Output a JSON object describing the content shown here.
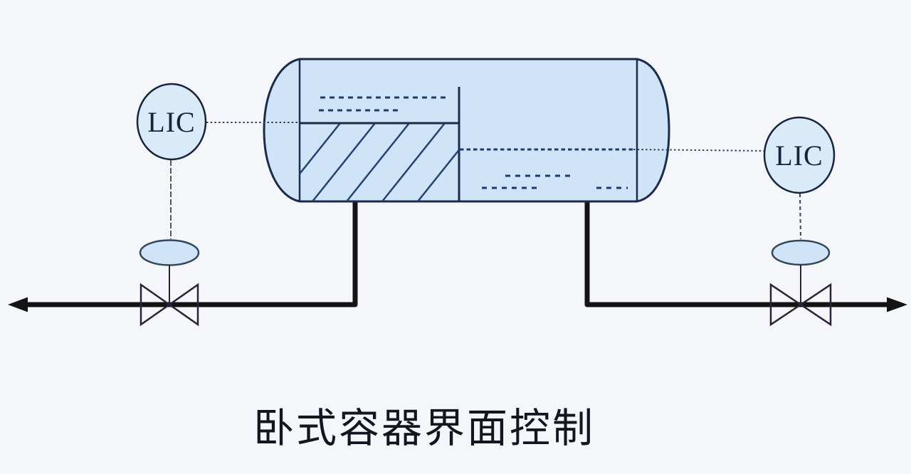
{
  "diagram": {
    "title": "卧式容器界面控制",
    "instruments": {
      "left": {
        "label": "LIC"
      },
      "right": {
        "label": "LIC"
      }
    },
    "colors": {
      "background": "#f5f6fa",
      "vessel_fill": "#cfe5f7",
      "instrument_fill": "#d9eaf8",
      "outline_dark_navy": "#1b2b4a",
      "dash_blue": "#1e3a6e",
      "hatch_blue": "#24426f",
      "pipe_black": "#141414",
      "valve_dark": "#2a2338",
      "title_text": "#15151f"
    }
  }
}
